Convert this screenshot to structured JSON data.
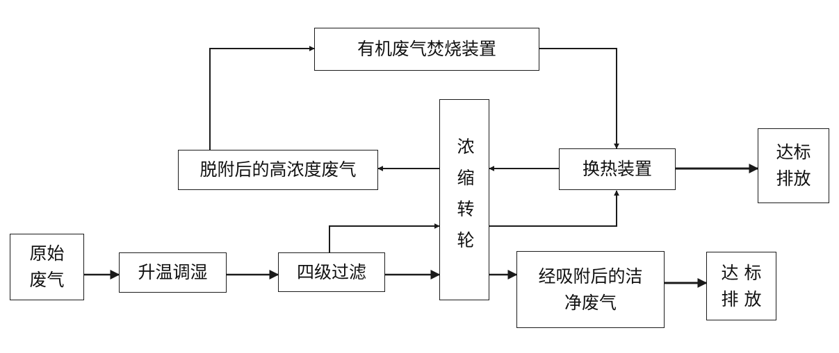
{
  "nodes": {
    "incinerator": "有机废气焚烧装置",
    "desorbed_gas": "脱附后的高浓度废气",
    "concentrator": "浓缩转轮",
    "heat_exchanger": "换热装置",
    "discharge_top": "达标\n排放",
    "raw_gas": "原始\n废气",
    "heat_humidity": "升温调湿",
    "filter": "四级过滤",
    "clean_gas": "经吸附后的洁\n净废气",
    "discharge_bottom": "达 标\n排 放"
  },
  "colors": {
    "line": "#1a1a1a",
    "box_border": "#1a1a1a",
    "text": "#111111",
    "background": "#ffffff"
  }
}
